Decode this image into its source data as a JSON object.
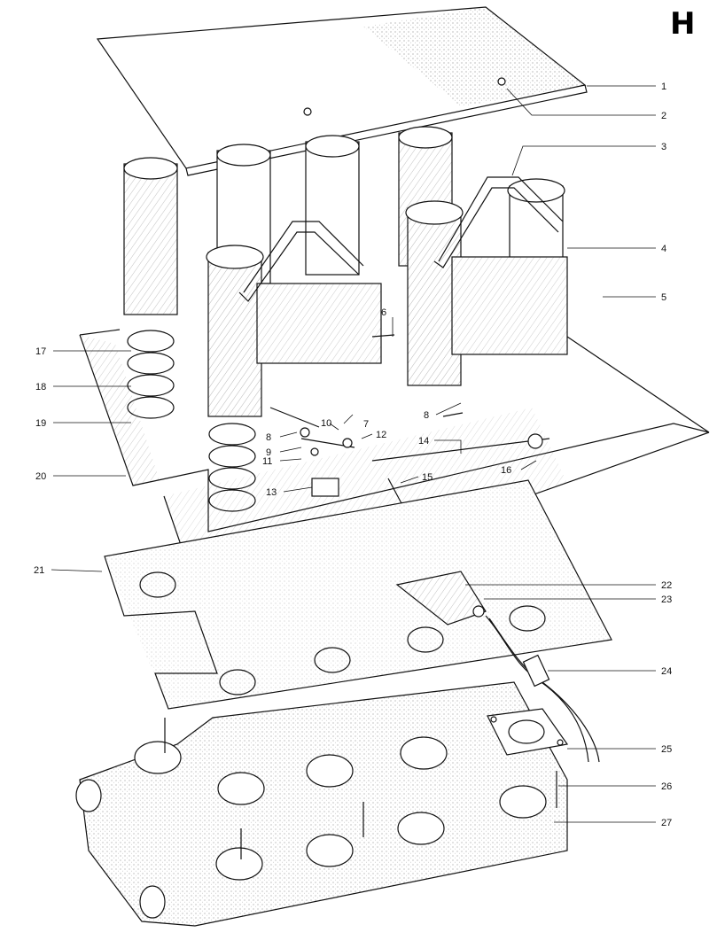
{
  "plate_letter": "H",
  "callouts": [
    {
      "label": "1"
    },
    {
      "label": "2"
    },
    {
      "label": "3"
    },
    {
      "label": "4"
    },
    {
      "label": "5"
    },
    {
      "label": "6"
    },
    {
      "label": "7"
    },
    {
      "label": "8"
    },
    {
      "label": "8"
    },
    {
      "label": "9"
    },
    {
      "label": "10"
    },
    {
      "label": "11"
    },
    {
      "label": "12"
    },
    {
      "label": "13"
    },
    {
      "label": "14"
    },
    {
      "label": "15"
    },
    {
      "label": "16"
    },
    {
      "label": "17"
    },
    {
      "label": "18"
    },
    {
      "label": "19"
    },
    {
      "label": "20"
    },
    {
      "label": "21"
    },
    {
      "label": "22"
    },
    {
      "label": "23"
    },
    {
      "label": "24"
    },
    {
      "label": "25"
    },
    {
      "label": "26"
    },
    {
      "label": "27"
    }
  ]
}
